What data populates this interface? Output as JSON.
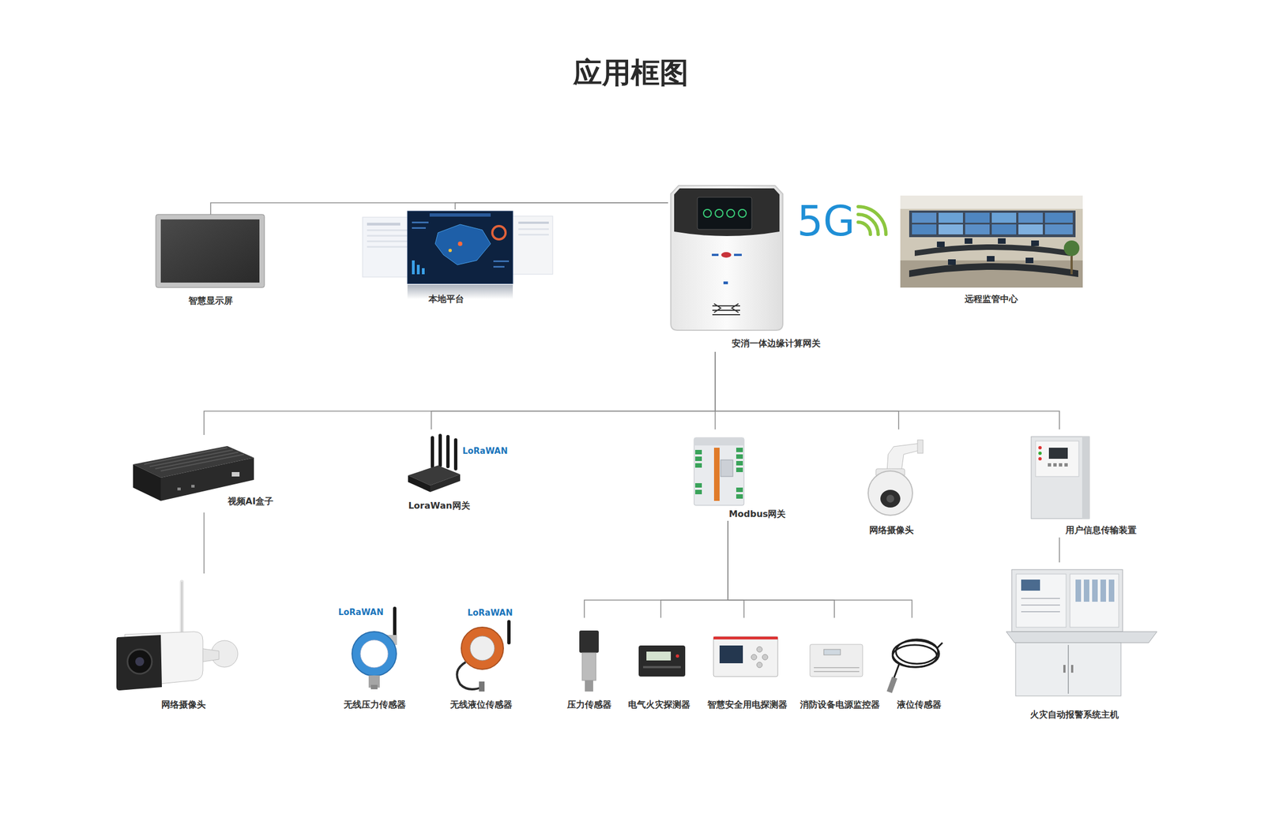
{
  "diagram": {
    "title": "应用框图",
    "nodes": [
      {
        "text": [
          "智慧显示屏"
        ]
      },
      {
        "text": [
          "本地平台"
        ]
      },
      {
        "text": [
          "安消一体边缘计算网关"
        ]
      },
      {
        "text": [
          "远程监管中心"
        ]
      },
      {
        "text": [
          "视频AI盒子"
        ]
      },
      {
        "text": [
          "LoraWan网关"
        ]
      },
      {
        "text": [
          "Modbus网关"
        ]
      },
      {
        "text": [
          "网络摄像头"
        ]
      },
      {
        "text": [
          "用户信息传输装置"
        ]
      },
      {
        "text": [
          "网络摄像头"
        ]
      },
      {
        "text": [
          "无线压力传感器"
        ]
      },
      {
        "text": [
          "无线液位传感器"
        ]
      },
      {
        "text": [
          "压力传感器"
        ]
      },
      {
        "text": [
          "电气火灾探测器"
        ]
      },
      {
        "text": [
          "智慧安全用电探测器"
        ]
      },
      {
        "text": [
          "消防设备电源监控器"
        ]
      },
      {
        "text": [
          "液位传感器"
        ]
      },
      {
        "text": [
          "火灾自动报警系统主机"
        ]
      }
    ],
    "edges": [
      {
        "from": 0,
        "to": 2,
        "arrow": "none"
      },
      {
        "from": 1,
        "to": 2,
        "arrow": "none"
      },
      {
        "from": 2,
        "to": 4,
        "arrow": "none"
      },
      {
        "from": 2,
        "to": 5,
        "arrow": "none"
      },
      {
        "from": 2,
        "to": 6,
        "arrow": "none"
      },
      {
        "from": 2,
        "to": 7,
        "arrow": "none"
      },
      {
        "from": 2,
        "to": 8,
        "arrow": "none"
      },
      {
        "from": 4,
        "to": 9,
        "arrow": "none"
      },
      {
        "from": 6,
        "to": 12,
        "arrow": "none"
      },
      {
        "from": 6,
        "to": 13,
        "arrow": "none"
      },
      {
        "from": 6,
        "to": 14,
        "arrow": "none"
      },
      {
        "from": 6,
        "to": 15,
        "arrow": "none"
      },
      {
        "from": 6,
        "to": 16,
        "arrow": "none"
      },
      {
        "from": 8,
        "to": 17,
        "arrow": "none"
      }
    ],
    "labels": [
      "5G",
      "LoRaWAN",
      "LoRaWAN",
      "LoRaWAN"
    ]
  }
}
